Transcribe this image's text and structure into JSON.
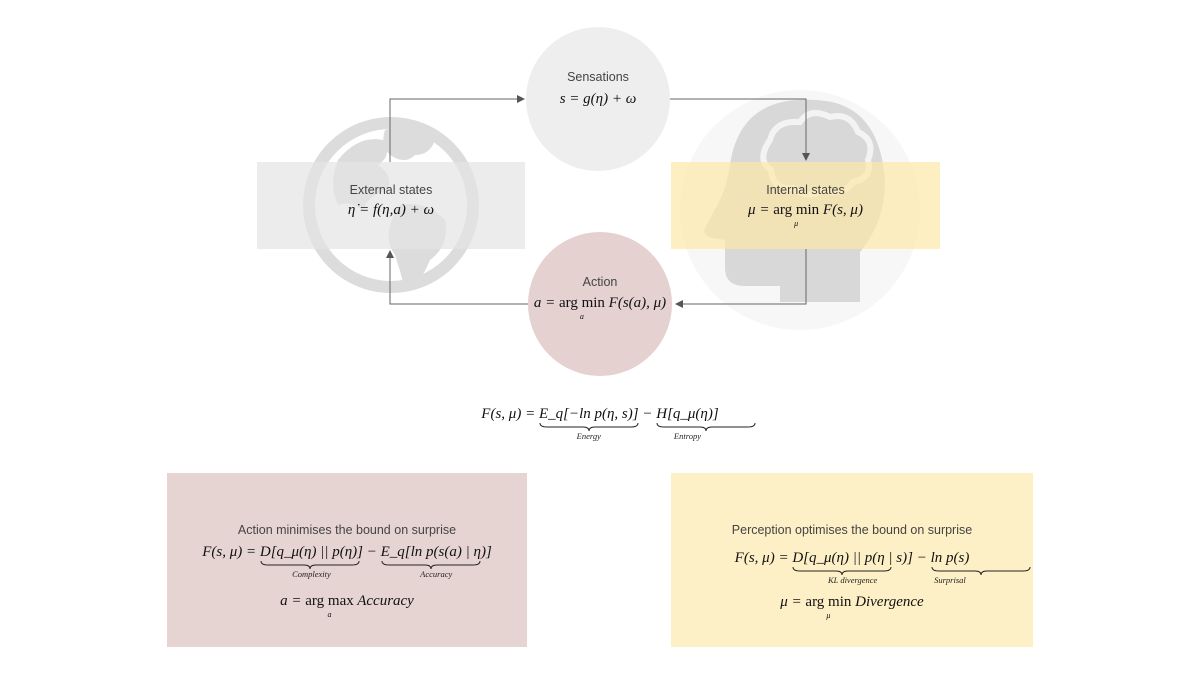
{
  "nodes": {
    "sensations": {
      "label": "Sensations",
      "formula": "s = g(η) + ω"
    },
    "external": {
      "label": "External states",
      "formula": "η̇ = f(η,a) + ω"
    },
    "internal": {
      "label": "Internal states",
      "formula_lhs": "μ = ",
      "argmin": "arg min",
      "argmin_sub": "μ",
      "formula_rhs": " F(s, μ)"
    },
    "action": {
      "label": "Action",
      "formula_lhs": "a = ",
      "argmin": "arg min",
      "argmin_sub": "a",
      "formula_rhs": " F(s(a), μ)"
    }
  },
  "free_energy": {
    "lhs": "F(s, μ) = ",
    "energy_term": "E_q[−ln p(η, s)]",
    "energy_caption": "Energy",
    "minus": " − ",
    "entropy_term": "H[q_μ(η)]",
    "entropy_caption": "Entropy"
  },
  "action_box": {
    "title": "Action minimises the bound on surprise",
    "lhs": "F(s, μ) = ",
    "complexity_term": "D[q_μ(η) || p(η)]",
    "complexity_caption": "Complexity",
    "minus": " − ",
    "accuracy_term": "E_q[ln p(s(a) | η)]",
    "accuracy_caption": "Accuracy",
    "result_lhs": "a = ",
    "result_op": "arg max",
    "result_sub": "a",
    "result_rhs": " Accuracy"
  },
  "perception_box": {
    "title": "Perception optimises the bound on surprise",
    "lhs": "F(s, μ) = ",
    "kl_term": "D[q_μ(η) || p(η | s)]",
    "kl_caption": "KL divergence",
    "minus": " − ",
    "surprisal_term": "ln p(s)",
    "surprisal_caption": "Surprisal",
    "result_lhs": "μ = ",
    "result_op": "arg min",
    "result_sub": "μ",
    "result_rhs": " Divergence"
  },
  "colors": {
    "grey_fill": "#efeeef",
    "sensation_fill": "#efeeef",
    "action_fill": "#e5d2d1",
    "internal_fill": "#fdf0c6",
    "perception_fill": "#fdf0c6",
    "icon_grey": "#d9d9d9",
    "arrow": "#555555"
  }
}
